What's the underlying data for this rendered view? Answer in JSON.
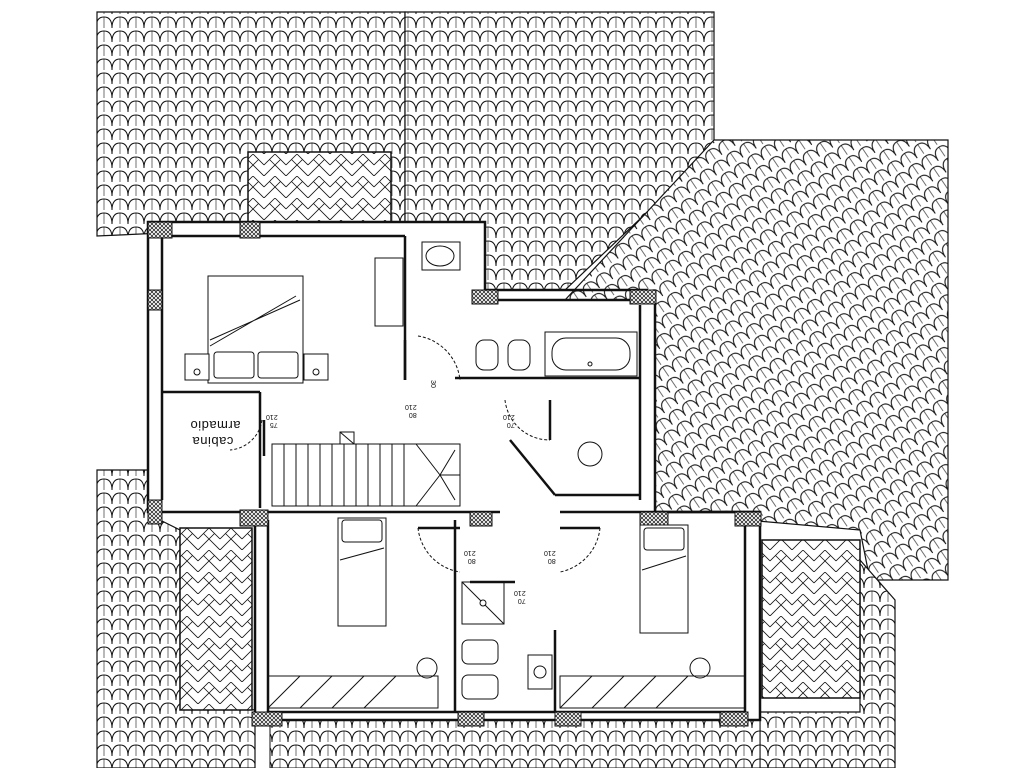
{
  "plan": {
    "room_label": {
      "line1": "cabina",
      "line2": "armadio"
    },
    "dimensions": [
      {
        "width": "80",
        "height": "210"
      },
      {
        "width": "75",
        "height": "210"
      },
      {
        "width": "70",
        "height": "210"
      },
      {
        "width": "80",
        "height": "210"
      },
      {
        "width": "80",
        "height": "210"
      },
      {
        "width": "70",
        "height": "210"
      }
    ],
    "dim_extra": "30"
  },
  "colors": {
    "line": "#111111",
    "hatch": "#222222",
    "background": "#ffffff"
  },
  "icons": [
    "roof-tiles",
    "herringbone-terrace",
    "double-bed",
    "single-bed",
    "bathtub",
    "toilet",
    "bidet",
    "sink",
    "shower",
    "staircase",
    "door-swing"
  ]
}
